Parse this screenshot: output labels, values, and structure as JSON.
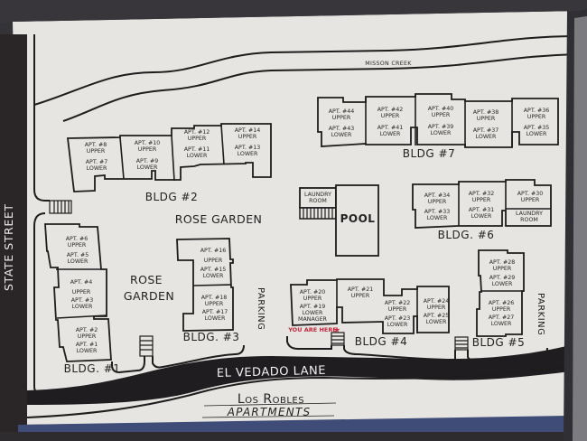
{
  "map": {
    "title_line1": "Los Robles",
    "title_line2": "Apartments",
    "streets": {
      "left": "STATE STREET",
      "bottom": "EL VEDADO LANE",
      "creek": "MISSON CREEK"
    },
    "areas": {
      "rose_garden_top": "ROSE GARDEN",
      "rose_garden_left_1": "ROSE",
      "rose_garden_left_2": "GARDEN",
      "pool": "POOL",
      "laundry_1": "LAUNDRY",
      "laundry_2": "ROOM",
      "parking_center": "PARKING",
      "parking_right": "PARKING"
    },
    "you_are_here": "YOU ARE HERE",
    "colors": {
      "background": "#e6e5e1",
      "lines": "#1d1d1d",
      "you_are_here": "#c8283c",
      "frame": "#3a3a3c",
      "bottom_band": "#3f4c78"
    },
    "buildings": [
      {
        "name": "BLDG. #1",
        "units": [
          {
            "upper": "APT. #6",
            "upper_label": "UPPER",
            "lower": "APT. #5",
            "lower_label": "LOWER"
          },
          {
            "upper": "APT. #4",
            "upper_label": "UPPER",
            "lower": "APT. #3",
            "lower_label": "LOWER"
          },
          {
            "upper": "APT. #2",
            "upper_label": "UPPER",
            "lower": "APT. #1",
            "lower_label": "LOWER"
          }
        ]
      },
      {
        "name": "BLDG #2",
        "units": [
          {
            "upper": "APT. #8",
            "upper_label": "UPPER",
            "lower": "APT. #7",
            "lower_label": "LOWER"
          },
          {
            "upper": "APT. #10",
            "upper_label": "UPPER",
            "lower": "APT. #9",
            "lower_label": "LOWER"
          },
          {
            "upper": "APT. #12",
            "upper_label": "UPPER",
            "lower": "APT. #11",
            "lower_label": "LOWER"
          },
          {
            "upper": "APT. #14",
            "upper_label": "UPPER",
            "lower": "APT. #13",
            "lower_label": "LOWER"
          }
        ]
      },
      {
        "name": "BLDG. #3",
        "units": [
          {
            "upper": "APT. #16",
            "upper_label": "UPPER",
            "lower": "APT. #15",
            "lower_label": "LOWER"
          },
          {
            "upper": "APT. #18",
            "upper_label": "UPPER",
            "lower": "APT. #17",
            "lower_label": "LOWER"
          }
        ]
      },
      {
        "name": "BLDG #4",
        "units": [
          {
            "upper": "APT. #20",
            "upper_label": "UPPER",
            "lower": "APT. #19",
            "lower_label": "LOWER",
            "extra": "MANAGER"
          },
          {
            "upper": "APT. #21",
            "upper_label": "UPPER"
          },
          {
            "upper": "APT. #22",
            "upper_label": "UPPER",
            "lower": "APT. #23",
            "lower_label": "LOWER"
          },
          {
            "upper": "APT. #24",
            "upper_label": "UPPER",
            "lower": "APT. #25",
            "lower_label": "LOWER"
          }
        ]
      },
      {
        "name": "BLDG #5",
        "units": [
          {
            "upper": "APT. #28",
            "upper_label": "UPPER",
            "lower": "APT. #29",
            "lower_label": "LOWER"
          },
          {
            "upper": "APT. #26",
            "upper_label": "UPPER",
            "lower": "APT. #27",
            "lower_label": "LOWER"
          }
        ]
      },
      {
        "name": "BLDG. #6",
        "units": [
          {
            "upper": "APT. #34",
            "upper_label": "UPPER",
            "lower": "APT. #33",
            "lower_label": "LOWER"
          },
          {
            "upper": "APT. #32",
            "upper_label": "UPPER",
            "lower": "APT. #31",
            "lower_label": "LOWER"
          },
          {
            "upper": "APT. #30",
            "upper_label": "UPPER",
            "lower": "LAUNDRY",
            "lower_label": "ROOM"
          }
        ]
      },
      {
        "name": "BLDG #7",
        "units": [
          {
            "upper": "APT. #44",
            "upper_label": "UPPER",
            "lower": "APT. #43",
            "lower_label": "LOWER"
          },
          {
            "upper": "APT. #42",
            "upper_label": "UPPER",
            "lower": "APT. #41",
            "lower_label": "LOWER"
          },
          {
            "upper": "APT. #40",
            "upper_label": "UPPER",
            "lower": "APT. #39",
            "lower_label": "LOWER"
          },
          {
            "upper": "APT. #38",
            "upper_label": "UPPER",
            "lower": "APT. #37",
            "lower_label": "LOWER"
          },
          {
            "upper": "APT. #36",
            "upper_label": "UPPER",
            "lower": "APT. #35",
            "lower_label": "LOWER"
          }
        ]
      }
    ]
  }
}
